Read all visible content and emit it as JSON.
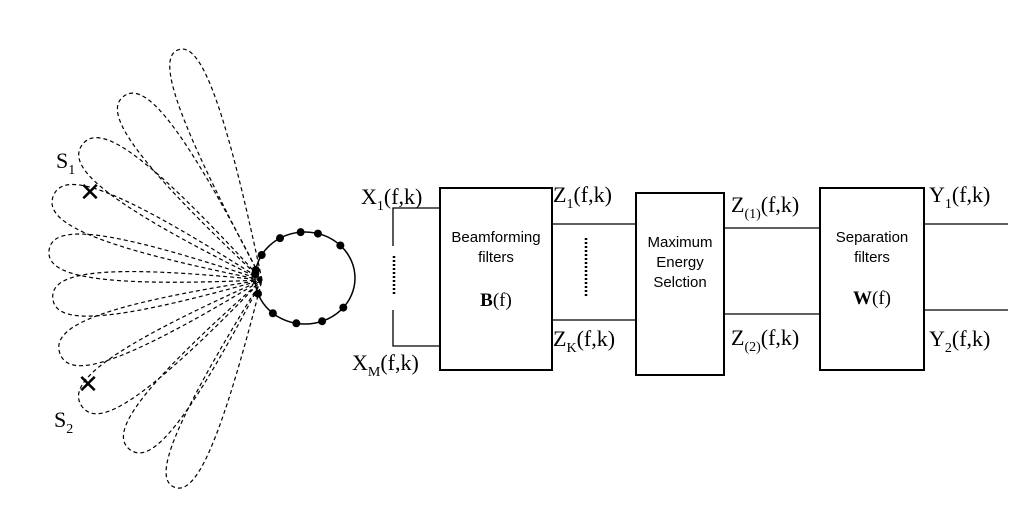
{
  "sources": {
    "s1": {
      "letter": "S",
      "sub": "1"
    },
    "s2": {
      "letter": "S",
      "sub": "2"
    }
  },
  "inputs": {
    "first": {
      "head": "X",
      "sub": "1",
      "tail": "(f,k)"
    },
    "last": {
      "head": "X",
      "sub": "M",
      "tail": "(f,k)"
    }
  },
  "beamforming": {
    "line1": "Beamforming",
    "line2": "filters",
    "symbol_bold": "B",
    "symbol_tail": "(f)"
  },
  "beam_outputs": {
    "first": {
      "head": "Z",
      "sub": "1",
      "tail": "(f,k)"
    },
    "last": {
      "head": "Z",
      "sub": "K",
      "tail": "(f,k)"
    }
  },
  "selection": {
    "line1": "Maximum",
    "line2": "Energy",
    "line3": "Selction"
  },
  "selected": {
    "first": {
      "head": "Z",
      "sub": "(1)",
      "tail": "(f,k)"
    },
    "second": {
      "head": "Z",
      "sub": "(2)",
      "tail": "(f,k)"
    }
  },
  "separation": {
    "line1": "Separation",
    "line2": "filters",
    "symbol_bold": "W",
    "symbol_tail": "(f)"
  },
  "outputs": {
    "first": {
      "head": "Y",
      "sub": "1",
      "tail": "(f,k)"
    },
    "second": {
      "head": "Y",
      "sub": "2",
      "tail": "(f,k)"
    }
  },
  "source_marker": "✕"
}
